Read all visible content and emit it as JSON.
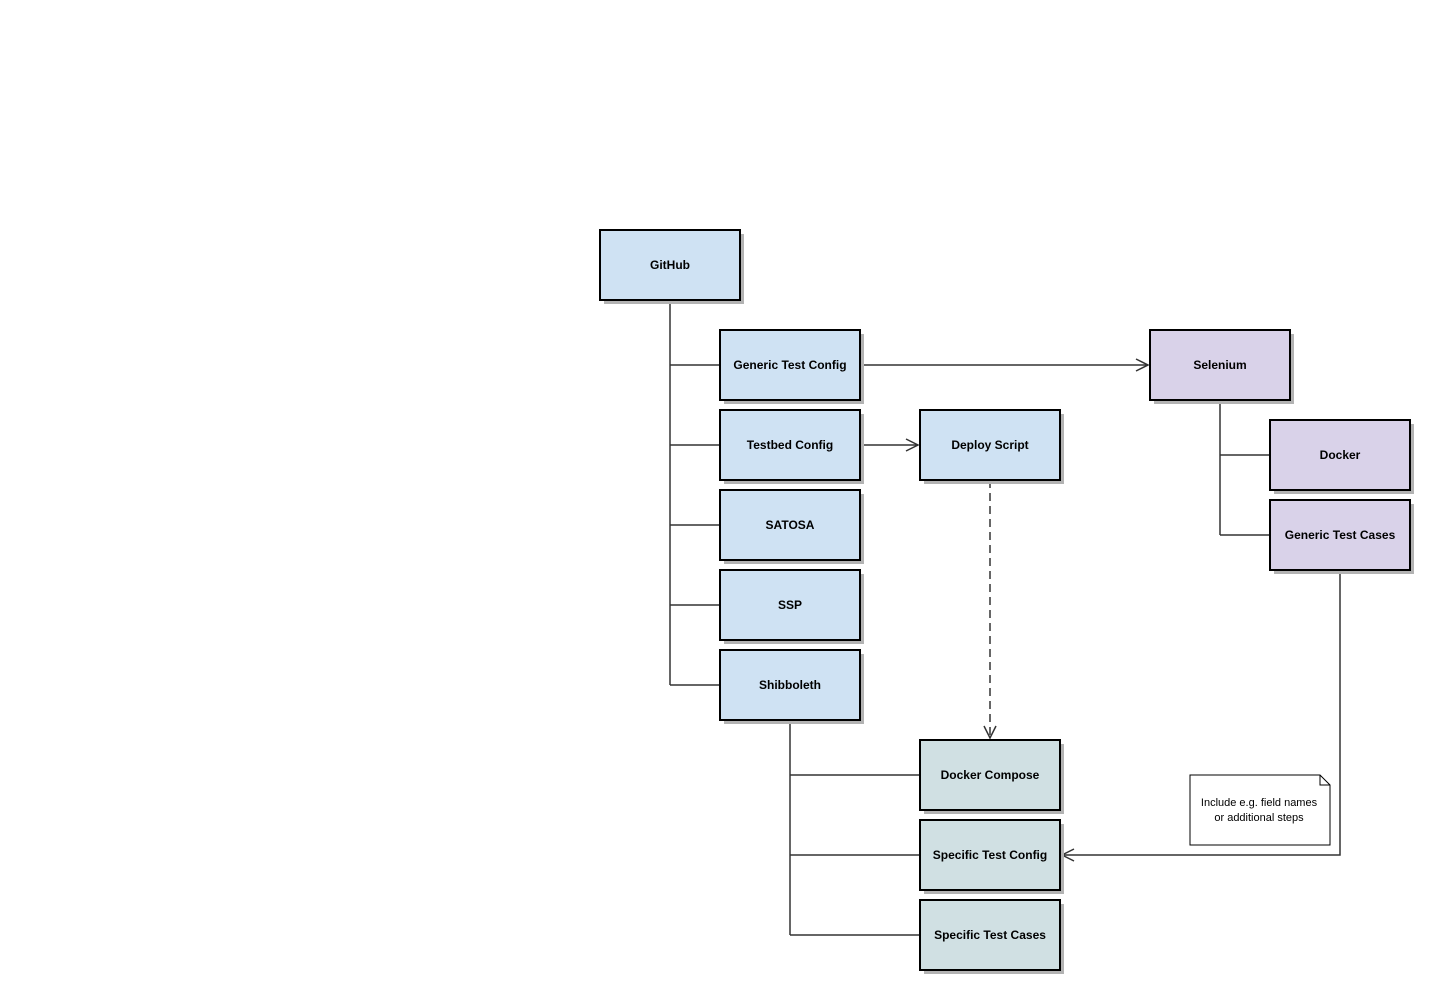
{
  "colors": {
    "blue": "#cfe2f3",
    "purple": "#d9d2e9",
    "gray": "#d0e0e3",
    "note": "#ffffff"
  },
  "nodes": {
    "github": "GitHub",
    "generic_test_config": "Generic Test Config",
    "testbed_config": "Testbed Config",
    "satosa": "SATOSA",
    "ssp": "SSP",
    "shibboleth": "Shibboleth",
    "deploy_script": "Deploy Script",
    "selenium": "Selenium",
    "docker": "Docker",
    "generic_test_cases": "Generic Test Cases",
    "docker_compose": "Docker Compose",
    "specific_test_config": "Specific Test Config",
    "specific_test_cases": "Specific Test Cases"
  },
  "note": {
    "line1": "Include e.g. field names",
    "line2": "or additional steps"
  }
}
